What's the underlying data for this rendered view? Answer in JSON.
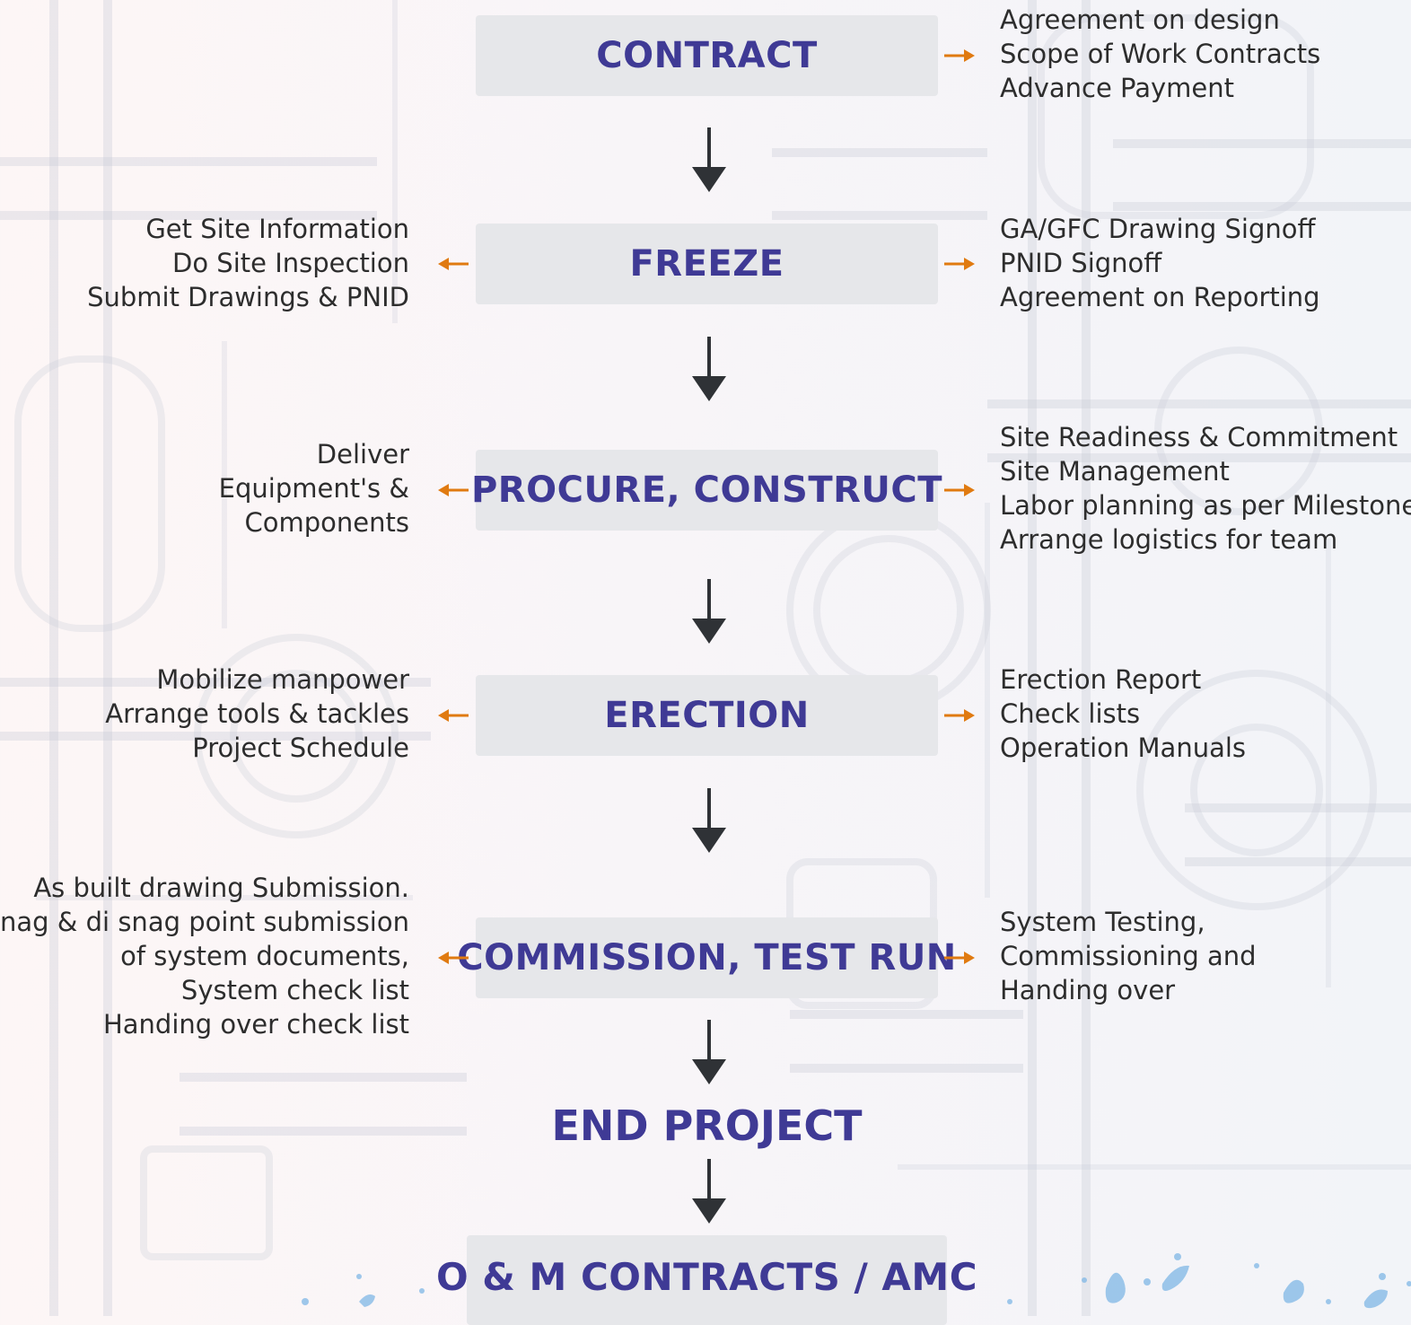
{
  "stages": [
    {
      "label": "CONTRACT",
      "right_notes": [
        "Agreement on design",
        "Scope  of Work Contracts",
        "Advance Payment"
      ]
    },
    {
      "label": "FREEZE",
      "left_notes": [
        "Get Site Information",
        "Do Site Inspection",
        "Submit Drawings & PNID"
      ],
      "right_notes": [
        "GA/GFC Drawing Signoff",
        "PNID Signoff",
        "Agreement on Reporting"
      ]
    },
    {
      "label": "PROCURE, CONSTRUCT",
      "left_notes": [
        "Deliver",
        "Equipment's &",
        "Components"
      ],
      "right_notes": [
        "Site Readiness & Commitment",
        "Site Management",
        "Labor planning as per Milestone",
        "Arrange logistics for team"
      ]
    },
    {
      "label": "ERECTION",
      "left_notes": [
        "Mobilize manpower",
        "Arrange tools & tackles",
        "Project Schedule"
      ],
      "right_notes": [
        "Erection Report",
        "Check lists",
        "Operation Manuals"
      ]
    },
    {
      "label": "COMMISSION, TEST RUN",
      "left_notes": [
        "As built drawing Submission.",
        "Snag & di snag point submission",
        "of system documents,",
        "System check list",
        "Handing over check list"
      ],
      "right_notes": [
        "System Testing,",
        "Commissioning and",
        "Handing over"
      ]
    },
    {
      "label": "END PROJECT"
    },
    {
      "label": "O & M CONTRACTS / AMC"
    }
  ],
  "colors": {
    "stage_text": "#3f3a95",
    "stage_box": "#e6e7ea",
    "note_text": "#2d2d2d",
    "flow_arrow": "#2f3236",
    "side_arrow": "#e07a10"
  },
  "icons": {
    "flow_arrow": "down-arrow-icon",
    "side_arrow_right": "right-arrow-icon",
    "side_arrow_left": "left-arrow-icon"
  }
}
